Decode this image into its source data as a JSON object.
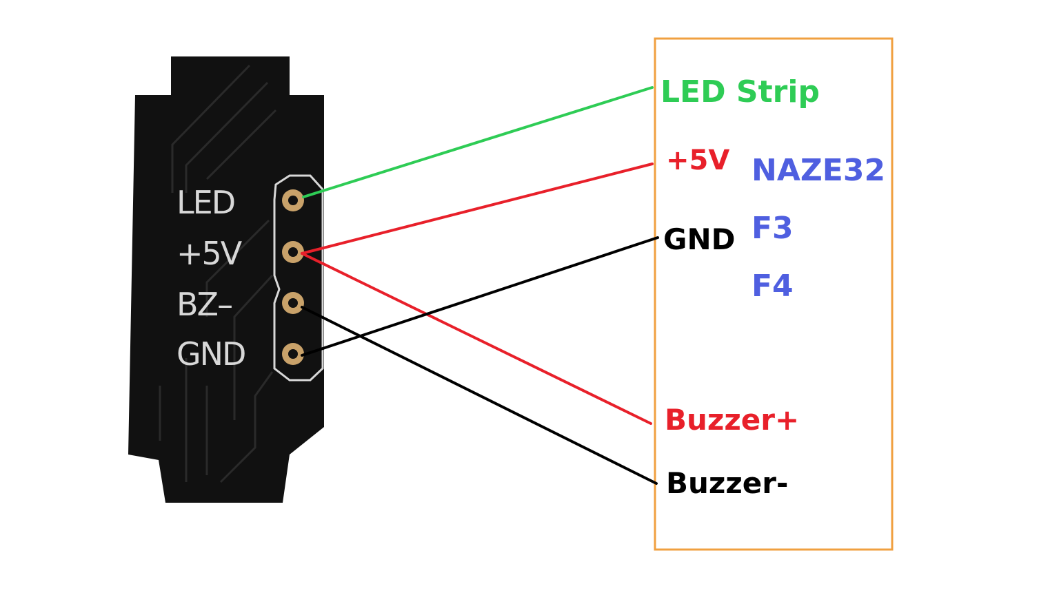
{
  "colors": {
    "pcb": "#111111",
    "pcb_trace": "#2a2a2a",
    "pad_gold": "#c9a26a",
    "silkscreen": "#d8d8d8",
    "green_wire": "#2ecc55",
    "red_wire": "#e8202a",
    "black_wire": "#000000",
    "board_border": "#f0a040",
    "fc_name": "#4f5fe0"
  },
  "pcb": {
    "pins": [
      {
        "label": "LED"
      },
      {
        "label": "+5V"
      },
      {
        "label": "BZ–"
      },
      {
        "label": "GND"
      }
    ]
  },
  "flight_controller": {
    "connections": [
      {
        "label": "LED Strip",
        "wire": "green"
      },
      {
        "label": "+5V",
        "wire": "red"
      },
      {
        "label": "GND",
        "wire": "black"
      },
      {
        "label": "Buzzer+",
        "wire": "red"
      },
      {
        "label": "Buzzer-",
        "wire": "black"
      }
    ],
    "names": [
      "NAZE32",
      "F3",
      "F4"
    ]
  }
}
